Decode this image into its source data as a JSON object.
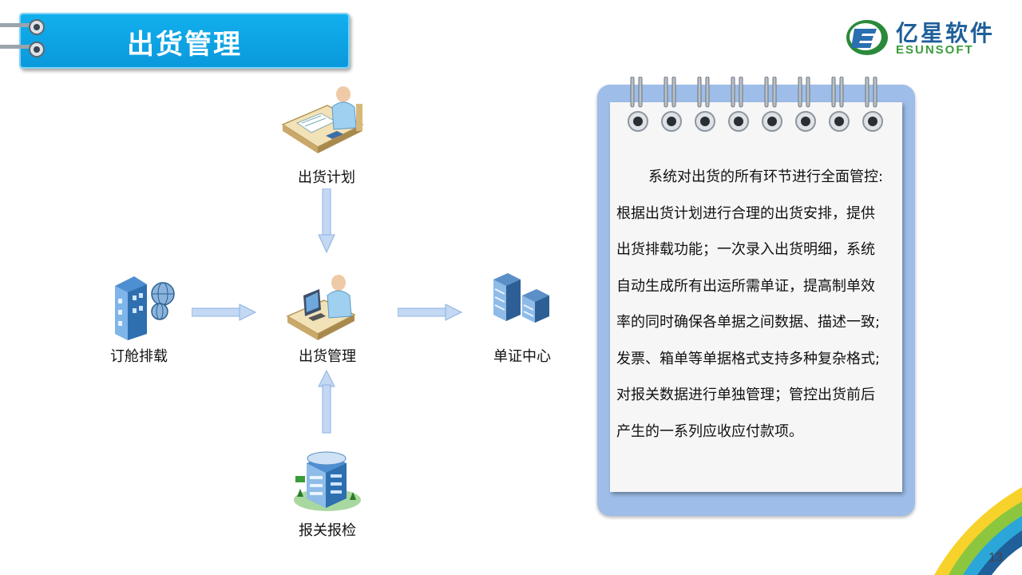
{
  "header": {
    "title": "出货管理"
  },
  "logo": {
    "name_cn": "亿星软件",
    "name_en": "ESUNSOFT"
  },
  "flow": {
    "nodes": {
      "plan": {
        "label": "出货计划",
        "icon": "person-at-desk-icon"
      },
      "manage": {
        "label": "出货管理",
        "icon": "person-at-computer-icon"
      },
      "booking": {
        "label": "订舱排载",
        "icon": "building-globe-icon"
      },
      "docs": {
        "label": "单证中心",
        "icon": "server-rack-icon"
      },
      "customs": {
        "label": "报关报检",
        "icon": "office-building-icon"
      }
    },
    "arrow_color": "#a9c8ef"
  },
  "note": {
    "lines": [
      "系统对出货的所有环节进行全面管控:",
      "根据出货计划进行合理的出货安排，提供",
      "出货排载功能；一次录入出货明细，系统",
      "自动生成所有出运所需单证，提高制单效",
      "率的同时确保各单据之间数据、描述一致;",
      "发票、箱单等单据格式支持多种复杂格式;",
      "对报关数据进行单独管理；管控出货前后",
      "产生的一系列应收应付款项。"
    ]
  },
  "page_number": "13",
  "colors": {
    "title_bg": "#0a9fe0",
    "notebook_frame": "#9ebee9",
    "logo_blue": "#1f5f9a",
    "logo_green": "#3a9b3a"
  }
}
